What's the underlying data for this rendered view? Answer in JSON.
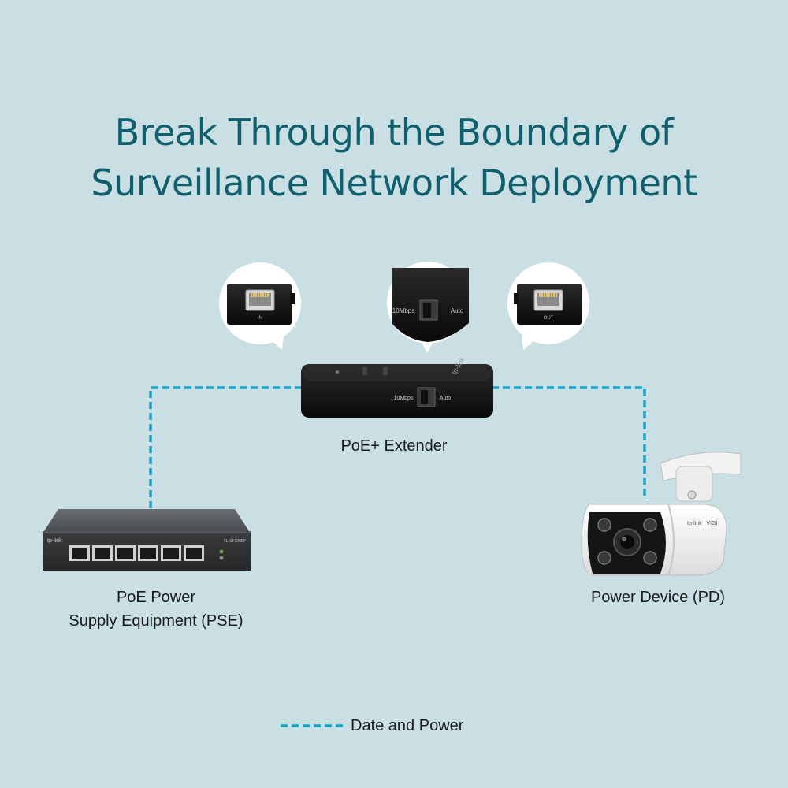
{
  "title": {
    "line1": "Break Through the Boundary of",
    "line2": "Surveillance Network Deployment"
  },
  "nodes": {
    "extender": {
      "label": "PoE+ Extender",
      "speed_label": "10Mbps",
      "auto_label": "Auto",
      "brand": "tp-link"
    },
    "pse": {
      "label_line1": "PoE Power",
      "label_line2": "Supply Equipment (PSE)",
      "brand": "tp-link",
      "model": "TL-SF1006P"
    },
    "pd": {
      "label": "Power Device (PD)",
      "brand": "tp-link | VIGI"
    }
  },
  "callouts": {
    "in_port": "IN",
    "switch_speed": "10Mbps",
    "switch_auto": "Auto",
    "out_port": "OUT"
  },
  "legend": {
    "text": "Date and Power",
    "line_color": "#1ba0c8"
  },
  "colors": {
    "title": "#0f5f6c",
    "background": "#c9dfe4",
    "dashed_line": "#1ba0c8"
  }
}
